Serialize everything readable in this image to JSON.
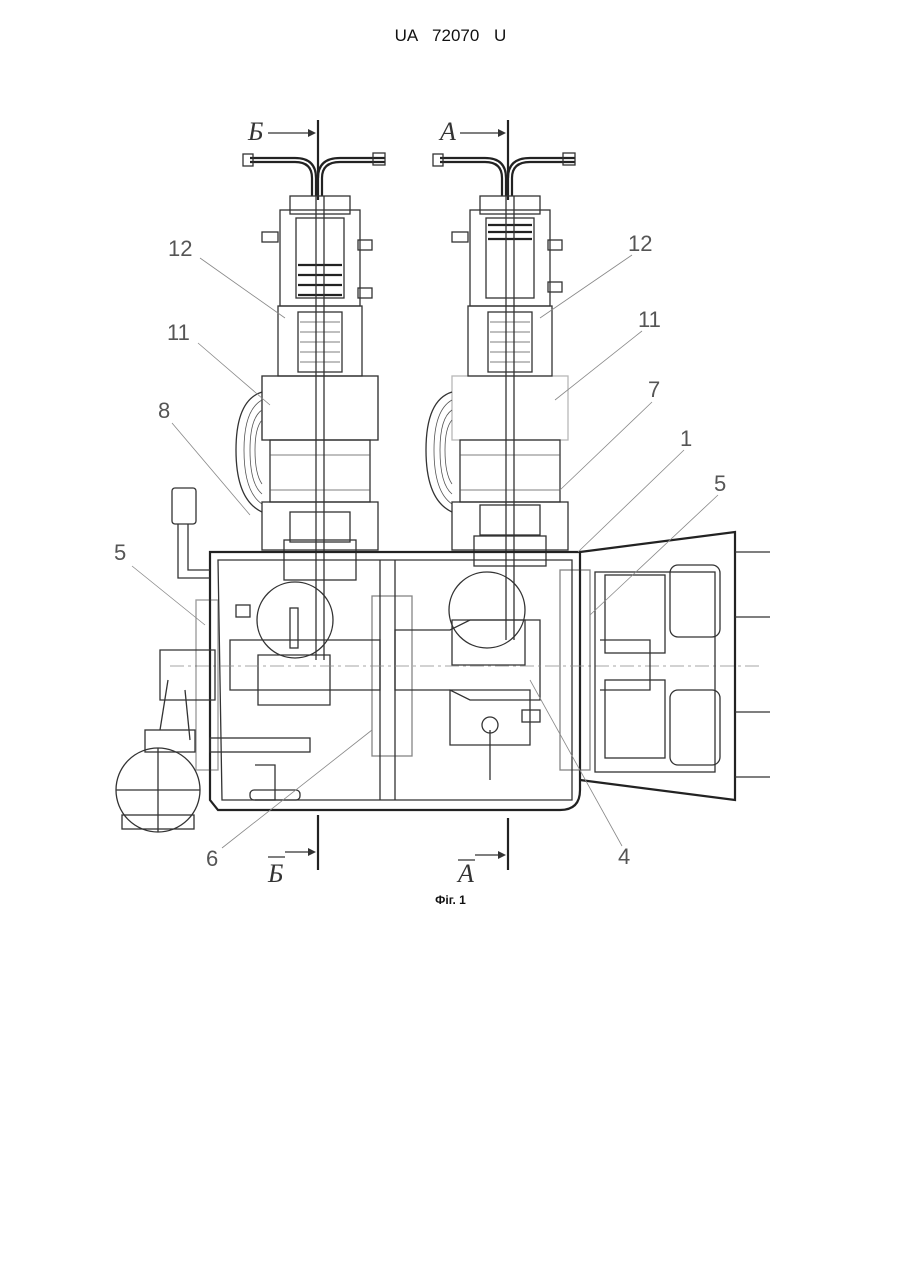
{
  "header": {
    "patent_number": "UA   72070   U"
  },
  "caption": "Фіг. 1",
  "labels": {
    "l12a": "12",
    "l11a": "11",
    "l8": "8",
    "l5a": "5",
    "l12b": "12",
    "l11b": "11",
    "l7": "7",
    "l1": "1",
    "l5b": "5",
    "l6": "6",
    "l4": "4"
  },
  "sections": {
    "b_top": "Б",
    "a_top": "А",
    "b_bottom": "Б",
    "a_bottom": "А"
  }
}
